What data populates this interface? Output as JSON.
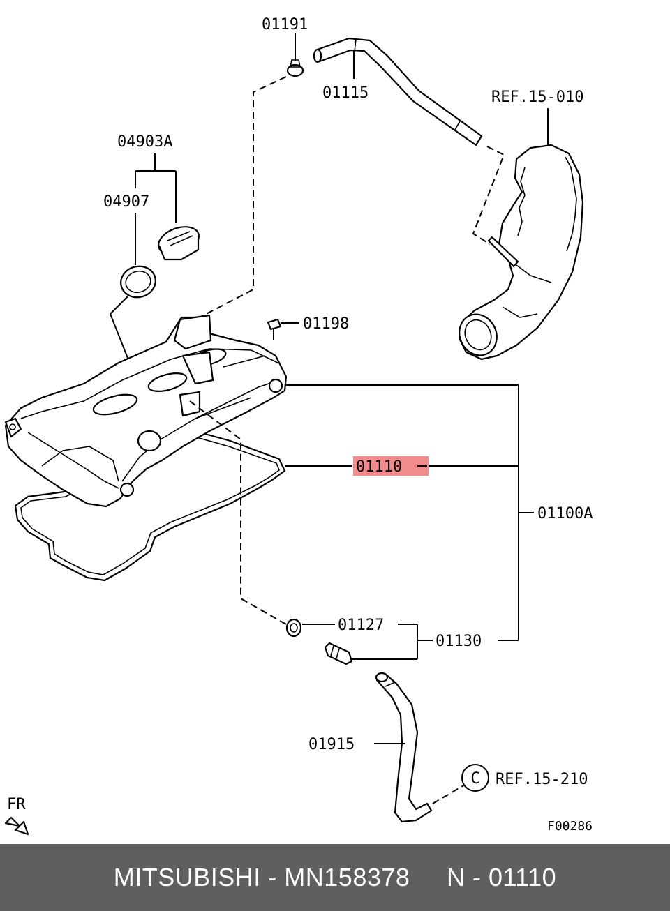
{
  "labels": {
    "p01191": "01191",
    "p01115": "01115",
    "ref15010": "REF.15-010",
    "p04903A": "04903A",
    "p04907": "04907",
    "p01198": "01198",
    "p01110": "01110",
    "p01100A": "01100A",
    "p01127": "01127",
    "p01130": "01130",
    "p01915": "01915",
    "refC": "C",
    "ref15210": "REF.15-210",
    "fr": "FR",
    "figure_code": "F00286"
  },
  "highlight_color": "#f28b8b",
  "footer": {
    "brand": "MITSUBISHI",
    "sep1": " - ",
    "part_number": "MN158378",
    "gap": "     ",
    "index_prefix": "N",
    "sep2": " - ",
    "index_number": "01110"
  },
  "footer_color": "#5f5f5f"
}
